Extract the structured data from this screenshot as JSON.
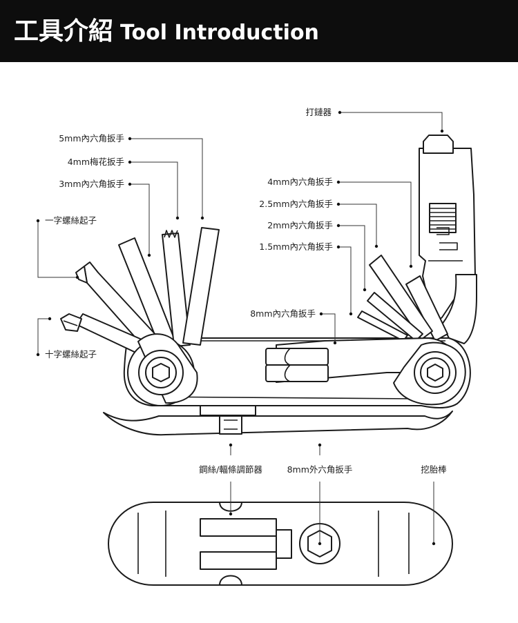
{
  "header": {
    "title_zh": "工具介紹",
    "title_en": "Tool Introduction",
    "background": "#0d0d0d",
    "text_color": "#ffffff"
  },
  "labels": {
    "chain_breaker": "打鏈器",
    "hex_5mm": "5mm內六角扳手",
    "torx_4mm": "4mm梅花扳手",
    "hex_3mm": "3mm內六角扳手",
    "flat_screwdriver": "一字螺絲起子",
    "phillips_screwdriver": "十字螺絲起子",
    "hex_4mm": "4mm內六角扳手",
    "hex_2_5mm": "2.5mm內六角扳手",
    "hex_2mm": "2mm內六角扳手",
    "hex_1_5mm": "1.5mm內六角扳手",
    "hex_8mm": "8mm內六角扳手",
    "spoke_wrench": "鋼絲/輻條調節器",
    "outer_hex_8mm": "8mm外六角扳手",
    "tire_lever": "挖胎棒"
  }
}
